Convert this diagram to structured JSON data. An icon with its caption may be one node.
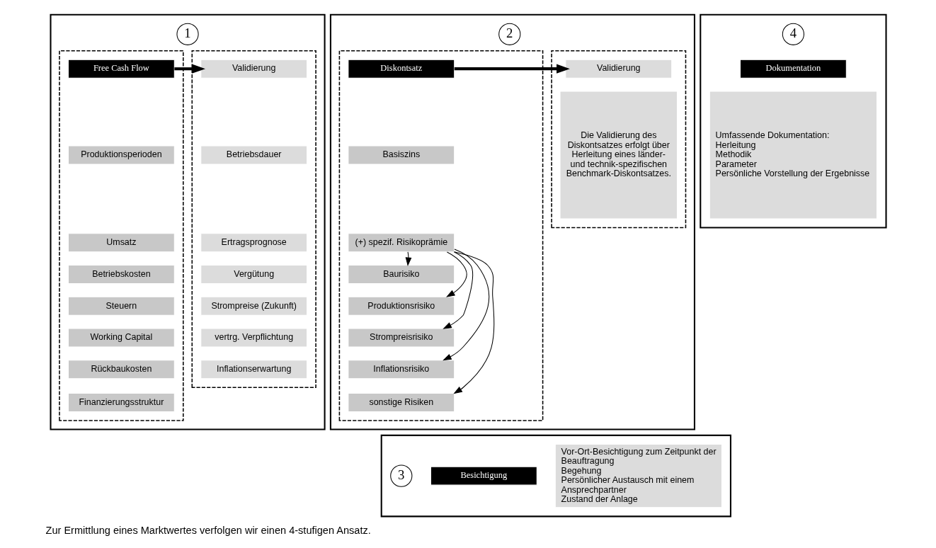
{
  "diagram": {
    "caption": "Zur Ermittlung eines Marktwertes verfolgen wir einen 4-stufigen Ansatz.",
    "nodes": [
      {
        "text": [],
        "shape": "box"
      },
      {
        "text": [
          "1"
        ],
        "in": 0
      },
      {
        "text": [],
        "shape": "box",
        "in": 0
      },
      {
        "text": [
          "Free Cash Flow"
        ],
        "in": 2
      },
      {
        "text": [
          "Produktionsperioden"
        ],
        "in": 2
      },
      {
        "text": [
          "Umsatz"
        ],
        "in": 2
      },
      {
        "text": [
          "Betriebskosten"
        ],
        "in": 2
      },
      {
        "text": [
          "Steuern"
        ],
        "in": 2
      },
      {
        "text": [
          "Working Capital"
        ],
        "in": 2
      },
      {
        "text": [
          "Rückbaukosten"
        ],
        "in": 2
      },
      {
        "text": [
          "Finanzierungsstruktur"
        ],
        "in": 2
      },
      {
        "text": [],
        "shape": "box",
        "in": 0
      },
      {
        "text": [
          "Validierung"
        ],
        "in": 11
      },
      {
        "text": [
          "Betriebsdauer"
        ],
        "in": 11
      },
      {
        "text": [
          "Ertragsprognose"
        ],
        "in": 11
      },
      {
        "text": [
          "Vergütung"
        ],
        "in": 11
      },
      {
        "text": [
          "Strompreise (Zukunft)"
        ],
        "in": 11
      },
      {
        "text": [
          "vertrg. Verpflichtung"
        ],
        "in": 11
      },
      {
        "text": [
          "Inflationserwartung"
        ],
        "in": 11
      },
      {
        "text": [],
        "shape": "box"
      },
      {
        "text": [
          "2"
        ],
        "in": 19
      },
      {
        "text": [],
        "shape": "box",
        "in": 19
      },
      {
        "text": [
          "Diskontsatz"
        ],
        "in": 21
      },
      {
        "text": [
          "Basiszins"
        ],
        "in": 21
      },
      {
        "text": [
          "(+) spezif. Risikoprämie"
        ],
        "in": 21
      },
      {
        "text": [
          "Baurisiko"
        ],
        "in": 21
      },
      {
        "text": [
          "Produktionsrisiko"
        ],
        "in": 21
      },
      {
        "text": [
          "Strompreisrisiko"
        ],
        "in": 21
      },
      {
        "text": [
          "Inflationsrisiko"
        ],
        "in": 21
      },
      {
        "text": [
          "sonstige Risiken"
        ],
        "in": 21
      },
      {
        "text": [],
        "shape": "box",
        "in": 19
      },
      {
        "text": [
          "Validierung"
        ],
        "in": 30
      },
      {
        "text": [
          "Die Validierung des Diskontsatzes erfolgt über Herleitung eines länder- und technik-spezifischen Benchmark-Diskontsatzes."
        ],
        "in": 30
      },
      {
        "text": [],
        "shape": "box"
      },
      {
        "text": [
          "4"
        ],
        "in": 33
      },
      {
        "text": [
          "Dokumentation"
        ],
        "in": 33
      },
      {
        "text": [
          "Umfassende Dokumentation:",
          "Herleitung",
          "Methodik",
          "Parameter",
          "Persönliche Vorstellung der Ergebnisse"
        ],
        "in": 33
      },
      {
        "text": [],
        "shape": "box"
      },
      {
        "text": [
          "3"
        ],
        "in": 37
      },
      {
        "text": [
          "Besichtigung"
        ],
        "in": 37
      },
      {
        "text": [
          "Vor-Ort-Besichtigung zum Zeitpunkt der Beauftragung",
          "Begehung",
          "Persönlicher Austausch mit einem Ansprechpartner",
          "Zustand der Anlage"
        ],
        "in": 37
      }
    ],
    "edges": [
      {
        "from": 3,
        "to": 12,
        "arrow": "to",
        "style": "thick"
      },
      {
        "from": 22,
        "to": 31,
        "arrow": "to",
        "style": "thick"
      },
      {
        "from": 24,
        "to": 25,
        "arrow": "to"
      },
      {
        "from": 24,
        "to": 26,
        "arrow": "to"
      },
      {
        "from": 24,
        "to": 27,
        "arrow": "to"
      },
      {
        "from": 24,
        "to": 28,
        "arrow": "to"
      },
      {
        "from": 24,
        "to": 29,
        "arrow": "to"
      }
    ]
  }
}
